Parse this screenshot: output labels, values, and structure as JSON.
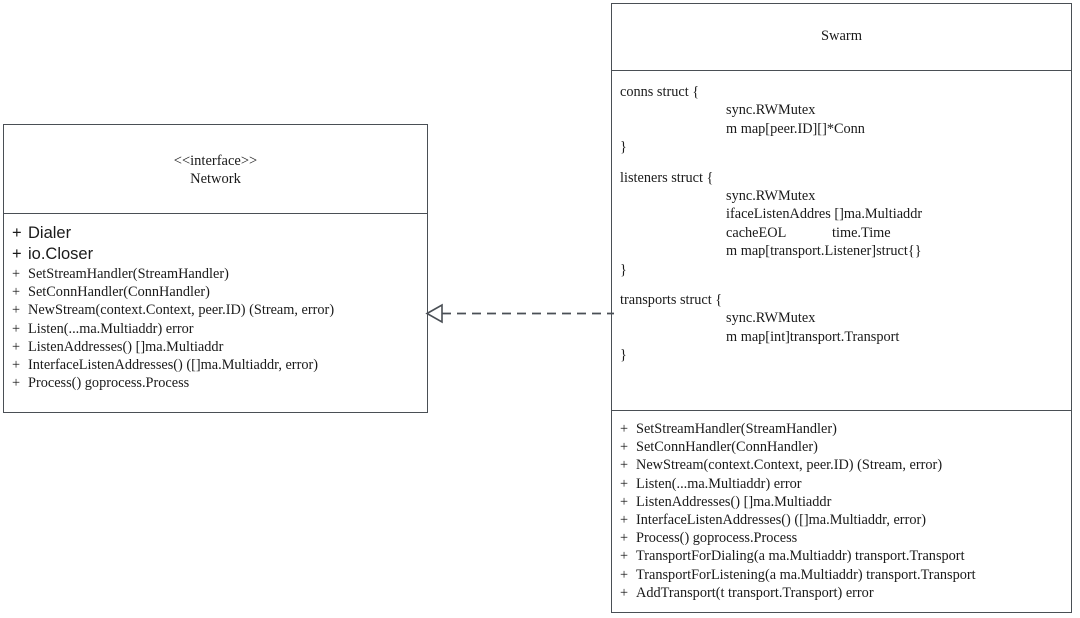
{
  "diagram": {
    "type": "uml-class-diagram",
    "background": "#ffffff",
    "stroke_color": "#4a4f55",
    "text_color": "#1a1a1a"
  },
  "interface_box": {
    "stereotype": "<<interface>>",
    "name": "Network",
    "members": [
      {
        "visibility": "+",
        "signature": "Dialer",
        "style": "sans"
      },
      {
        "visibility": "+",
        "signature": "io.Closer",
        "style": "sans"
      },
      {
        "visibility": "+",
        "signature": "SetStreamHandler(StreamHandler)",
        "style": "serif"
      },
      {
        "visibility": "+",
        "signature": "SetConnHandler(ConnHandler)",
        "style": "serif"
      },
      {
        "visibility": "+",
        "signature": "NewStream(context.Context, peer.ID) (Stream, error)",
        "style": "serif"
      },
      {
        "visibility": "+",
        "signature": "Listen(...ma.Multiaddr) error",
        "style": "serif"
      },
      {
        "visibility": "+",
        "signature": "ListenAddresses() []ma.Multiaddr",
        "style": "serif"
      },
      {
        "visibility": "+",
        "signature": "InterfaceListenAddresses() ([]ma.Multiaddr, error)",
        "style": "serif"
      },
      {
        "visibility": "+",
        "signature": "Process() goprocess.Process",
        "style": "serif"
      }
    ]
  },
  "class_box": {
    "name": "Swarm",
    "structs": [
      {
        "open": "conns struct {",
        "close": "}",
        "fields": [
          {
            "name": "sync.RWMutex",
            "type": ""
          },
          {
            "name": "m map[peer.ID][]*Conn",
            "type": ""
          }
        ]
      },
      {
        "open": "listeners struct {",
        "close": "}",
        "fields": [
          {
            "name": "sync.RWMutex",
            "type": ""
          },
          {
            "name": "ifaceListenAddres []ma.Multiaddr",
            "type": ""
          },
          {
            "name": "cacheEOL",
            "type": "time.Time"
          },
          {
            "name": "m map[transport.Listener]struct{}",
            "type": ""
          }
        ]
      },
      {
        "open": "transports struct {",
        "close": "}",
        "fields": [
          {
            "name": "sync.RWMutex",
            "type": ""
          },
          {
            "name": "m map[int]transport.Transport",
            "type": ""
          }
        ]
      }
    ],
    "methods": [
      {
        "visibility": "+",
        "signature": "SetStreamHandler(StreamHandler)"
      },
      {
        "visibility": "+",
        "signature": "SetConnHandler(ConnHandler)"
      },
      {
        "visibility": "+",
        "signature": "NewStream(context.Context, peer.ID) (Stream, error)"
      },
      {
        "visibility": "+",
        "signature": "Listen(...ma.Multiaddr) error"
      },
      {
        "visibility": "+",
        "signature": "ListenAddresses() []ma.Multiaddr"
      },
      {
        "visibility": "+",
        "signature": "InterfaceListenAddresses() ([]ma.Multiaddr, error)"
      },
      {
        "visibility": "+",
        "signature": "Process() goprocess.Process"
      },
      {
        "visibility": "+",
        "signature": "TransportForDialing(a ma.Multiaddr) transport.Transport"
      },
      {
        "visibility": "+",
        "signature": "TransportForListening(a ma.Multiaddr) transport.Transport"
      },
      {
        "visibility": "+",
        "signature": "AddTransport(t transport.Transport) error"
      }
    ]
  },
  "relationship": {
    "kind": "realization",
    "notation": "dashed-line-hollow-triangle",
    "from": "Swarm",
    "to": "Network",
    "label": ""
  }
}
